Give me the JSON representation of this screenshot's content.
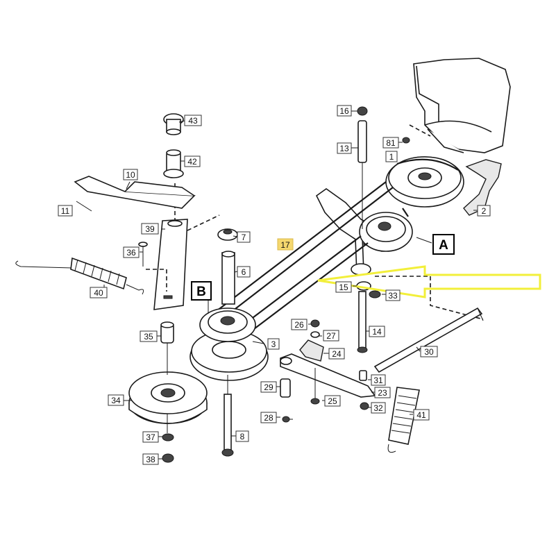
{
  "diagram": {
    "callouts": {
      "c1": "1",
      "c2": "2",
      "c3": "3",
      "c6": "6",
      "c7": "7",
      "c8": "8",
      "c10": "10",
      "c11": "11",
      "c13": "13",
      "c14": "14",
      "c15": "15",
      "c16": "16",
      "c17": "17",
      "c23": "23",
      "c24": "24",
      "c25": "25",
      "c26": "26",
      "c27": "27",
      "c28": "28",
      "c29": "29",
      "c30": "30",
      "c31": "31",
      "c32": "32",
      "c33": "33",
      "c34": "34",
      "c35": "35",
      "c36": "36",
      "c37": "37",
      "c38": "38",
      "c39": "39",
      "c40": "40",
      "c41": "41",
      "c42": "42",
      "c43": "43",
      "c81": "81"
    },
    "view_labels": {
      "a": "A",
      "b": "B"
    },
    "highlight": {
      "part": "17",
      "color": "#f5d76e",
      "arrow_color": "#f2ef3a"
    }
  }
}
